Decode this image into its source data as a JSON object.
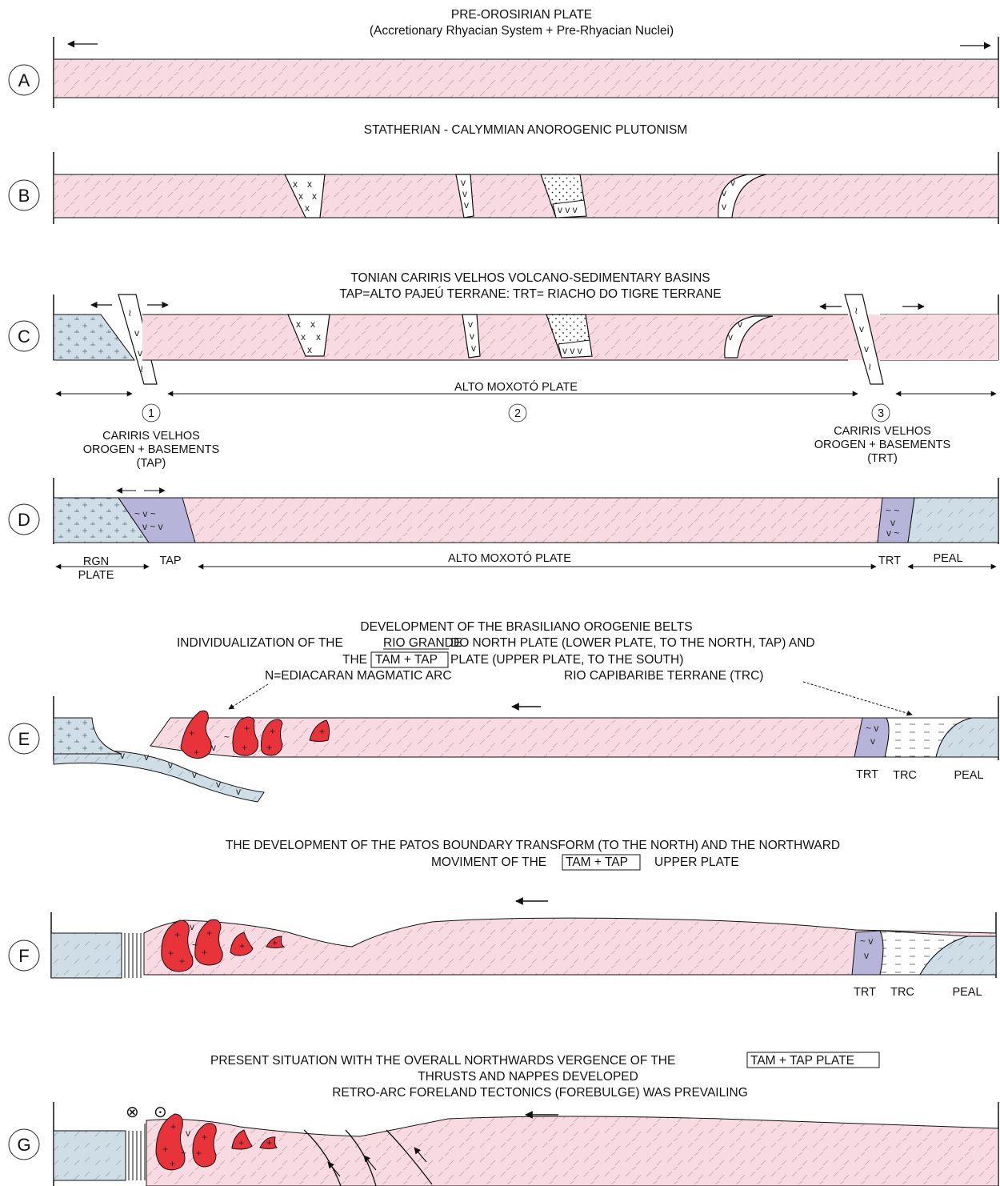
{
  "colors": {
    "plate_pink": "#f8dbe2",
    "basement_blue": "#cfdde6",
    "terrane_purple": "#b7b4da",
    "arc_red": "#e8333a",
    "line": "#1a1a1a"
  },
  "panels": {
    "A": {
      "label": "A",
      "title_1": "PRE-OROSIRIAN PLATE",
      "title_2": "(Accretionary Rhyacian System + Pre-Rhyacian Nuclei)"
    },
    "B": {
      "label": "B",
      "title_1": "STATHERIAN - CALYMMIAN ANOROGENIC PLUTONISM"
    },
    "C": {
      "label": "C",
      "title_1": "TONIAN CARIRIS VELHOS VOLCANO-SEDIMENTARY BASINS",
      "title_2": "TAP=ALTO PAJEÚ TERRANE: TRT= RIACHO DO TIGRE TERRANE",
      "plate_label": "ALTO    MOXOTÓ    PLATE",
      "num_1": "1",
      "num_2": "2",
      "num_3": "3",
      "left_note": [
        "CARIRIS VELHOS",
        "OROGEN + BASEMENTS",
        "(TAP)"
      ],
      "right_note": [
        "CARIRIS VELHOS",
        "OROGEN + BASEMENTS",
        "(TRT)"
      ]
    },
    "D": {
      "label": "D",
      "rgn": [
        "RGN",
        "PLATE"
      ],
      "tap": "TAP",
      "plate_label": "ALTO    MOXOTÓ    PLATE",
      "trt": "TRT",
      "peal": "PEAL"
    },
    "E": {
      "label": "E",
      "title_1": "DEVELOPMENT OF THE BRASILIANO OROGENIE BELTS",
      "title_2a": "INDIVIDUALIZATION OF THE ",
      "title_2b": "RIO GRANDE",
      "title_2c": " DO NORTH PLATE (LOWER PLATE, TO THE NORTH, TAP) AND",
      "title_3a": "THE",
      "title_3b": "TAM + TAP",
      "title_3c": "PLATE (UPPER PLATE, TO THE SOUTH)",
      "arc_note": "N=EDIACARAN MAGMATIC ARC",
      "trc_note": "RIO CAPIBARIBE TERRANE (TRC)",
      "trt": "TRT",
      "trc": "TRC",
      "peal": "PEAL"
    },
    "F": {
      "label": "F",
      "title_1": "THE DEVELOPMENT OF THE PATOS BOUNDARY TRANSFORM (TO THE NORTH) AND THE NORTHWARD",
      "title_2a": "MOVIMENT OF THE",
      "title_2b": "TAM + TAP",
      "title_2c": "UPPER PLATE",
      "trt": "TRT",
      "trc": "TRC",
      "peal": "PEAL"
    },
    "G": {
      "label": "G",
      "title_1a": "PRESENT SITUATION WITH THE OVERALL NORTHWARDS VERGENCE OF THE",
      "title_1b": "TAM + TAP PLATE",
      "title_2": "THRUSTS AND NAPPES DEVELOPED",
      "title_3": "RETRO-ARC FORELAND TECTONICS (FOREBULGE) WAS PREVAILING",
      "sym_into": "⊗",
      "sym_out": "⊙"
    }
  }
}
